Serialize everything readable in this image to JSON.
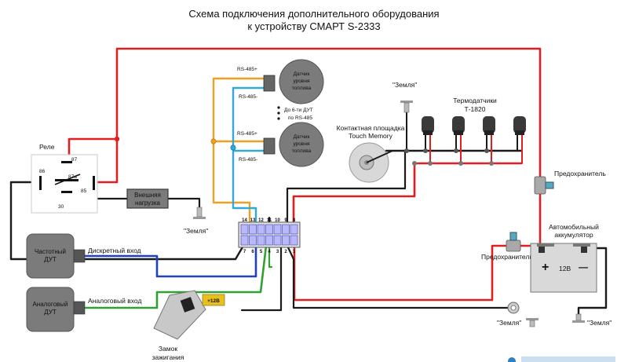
{
  "title": {
    "line1": "Схема подключения дополнительного оборудования",
    "line2": "к устройству СМАРТ S-2333"
  },
  "relay": {
    "label": "Реле",
    "pins": [
      "87",
      "87a",
      "86",
      "85",
      "30"
    ]
  },
  "external_load": {
    "line1": "Внешняя",
    "line2": "нагрузка"
  },
  "ground_label": "\"Земля\"",
  "sensors_485": {
    "sensor_line1": "Датчик",
    "sensor_line2": "уровня",
    "sensor_line3": "топлива",
    "a_label": "RS-485+",
    "b_label": "RS-485-",
    "note_line1": "До 6-ти ДУТ",
    "note_line2": "по RS-485"
  },
  "touch_memory": {
    "line1": "Контактная площадка",
    "line2": "Touch Memory"
  },
  "thermo": {
    "line1": "Термодатчики",
    "line2": "Т-1820"
  },
  "fuse_label": "Предохранитель",
  "battery": {
    "line1": "Автомобильный",
    "line2": "аккумулятор",
    "plus": "+",
    "minus": "—",
    "voltage": "12В"
  },
  "freq_sensor": {
    "line1": "Частотный",
    "line2": "ДУТ"
  },
  "analog_sensor": {
    "line1": "Аналоговый",
    "line2": "ДУТ"
  },
  "discrete_input": "Дискретный вход",
  "analog_input": "Аналоговый вход",
  "ignition": {
    "line1": "Замок",
    "line2": "зажигания",
    "tag": "+12В"
  },
  "connector": {
    "top_pins": [
      "14",
      "13",
      "12",
      "11",
      "10",
      "9",
      "8"
    ],
    "bottom_pins": [
      "7",
      "6",
      "5",
      "4",
      "3",
      "2",
      "1"
    ]
  },
  "colors": {
    "red": "#e02020",
    "black": "#1a1a1a",
    "orange": "#f0a020",
    "cyan": "#30a8d8",
    "blue": "#2040c0",
    "green": "#30a030",
    "gray": "#808080"
  },
  "icons": [
    "sensor-icon",
    "ground-icon",
    "fuse-icon",
    "battery-icon",
    "key-icon",
    "ring-terminal-icon"
  ]
}
